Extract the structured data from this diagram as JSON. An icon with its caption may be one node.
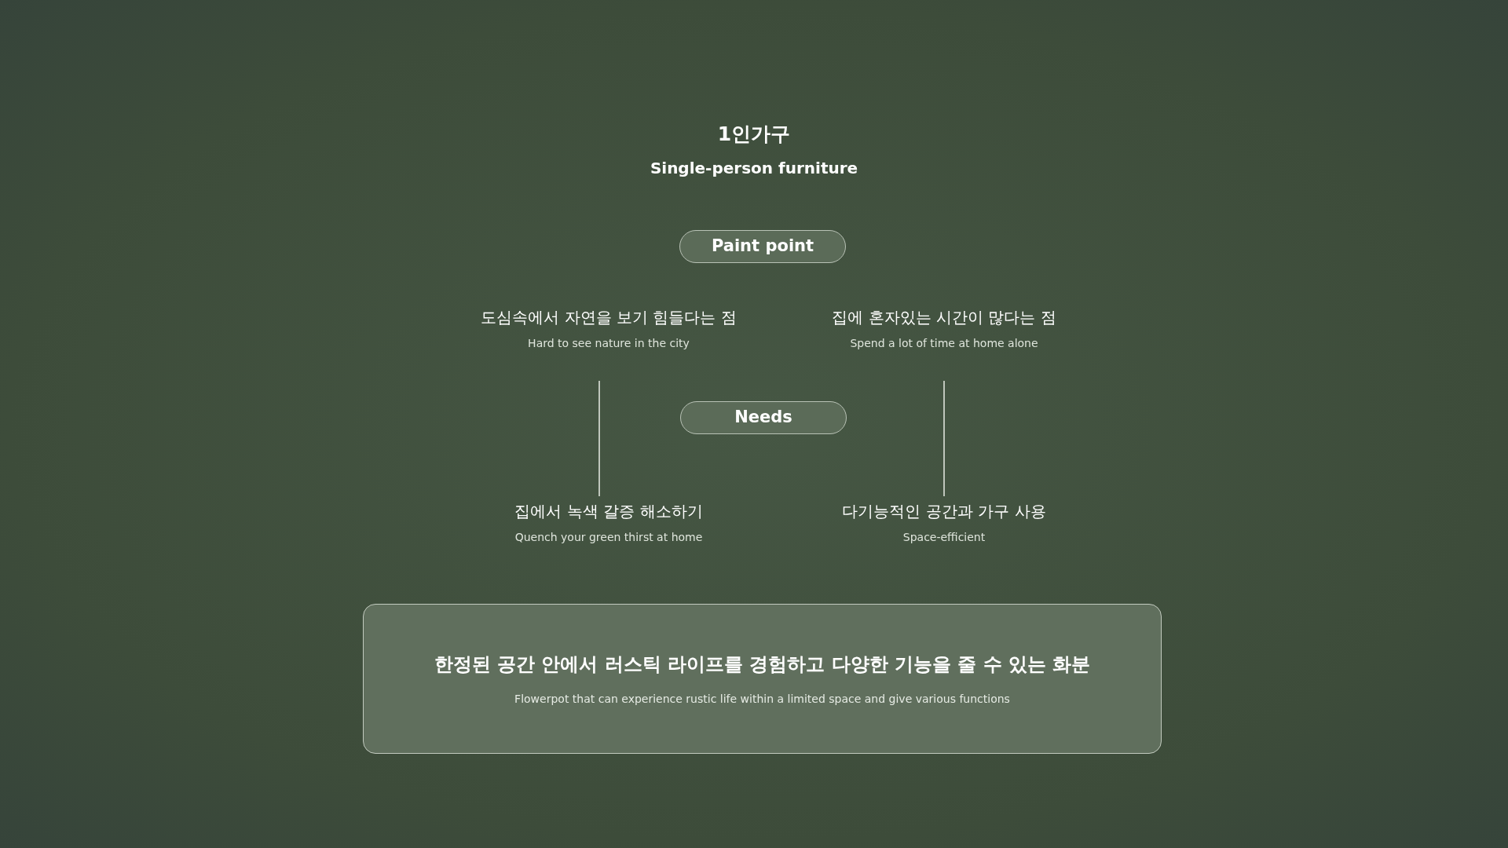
{
  "diagram": {
    "title": "1인가구",
    "nodes": [
      {
        "text": [
          "Paint point"
        ]
      },
      {
        "text": [
          "도심속에서 자연을 보기 힘들다는 점",
          "Hard to see nature in the city"
        ]
      },
      {
        "text": [
          "집에 혼자있는 시간이 많다는 점",
          "Spend a lot of time at home alone"
        ]
      },
      {
        "text": [
          "Needs"
        ]
      },
      {
        "text": [
          "집에서 녹색 갈증 해소하기",
          "Quench your green thirst at home"
        ]
      },
      {
        "text": [
          "다기능적인 공간과 가구 사용",
          "Space-efficient"
        ]
      },
      {
        "text": [
          "한정된 공간 안에서 러스틱 라이프를 경험하고 다양한 기능을 줄 수 있는 화분",
          "Flowerpot that can experience rustic life within a limited space and give various functions"
        ]
      }
    ],
    "edges": [
      {
        "from": 1,
        "to": 4,
        "arrow": "none"
      },
      {
        "from": 2,
        "to": 5,
        "arrow": "none"
      }
    ],
    "labels": [
      "Single-person furniture"
    ]
  }
}
